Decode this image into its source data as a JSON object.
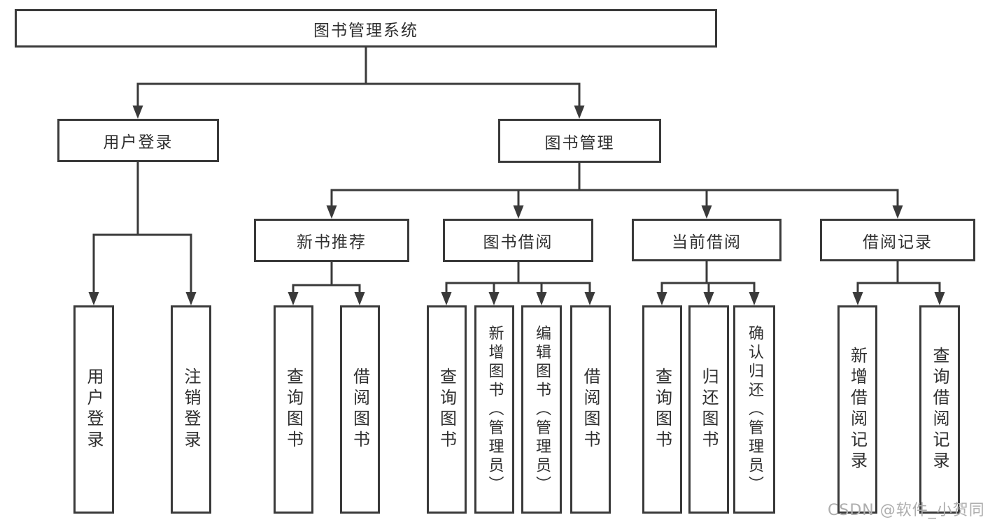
{
  "colors": {
    "line": "#3a3a3a",
    "box_border": "#3a3a3a",
    "text": "#2f2f2f",
    "background": "#ffffff",
    "watermark": "#aeaeae"
  },
  "tree": {
    "root": "图书管理系统",
    "children": [
      {
        "label": "用户登录",
        "children": [
          "用户登录",
          "注销登录"
        ]
      },
      {
        "label": "图书管理",
        "children": [
          {
            "label": "新书推荐",
            "children": [
              "查询图书",
              "借阅图书"
            ]
          },
          {
            "label": "图书借阅",
            "children": [
              "查询图书",
              "新增图书（管理员）",
              "编辑图书（管理员）",
              "借阅图书"
            ]
          },
          {
            "label": "当前借阅",
            "children": [
              "查询图书",
              "归还图书",
              "确认归还（管理员）"
            ]
          },
          {
            "label": "借阅记录",
            "children": [
              "新增借阅记录",
              "查询借阅记录"
            ]
          }
        ]
      }
    ]
  },
  "watermark": {
    "text": "CSDN @软件_小贺同学"
  }
}
